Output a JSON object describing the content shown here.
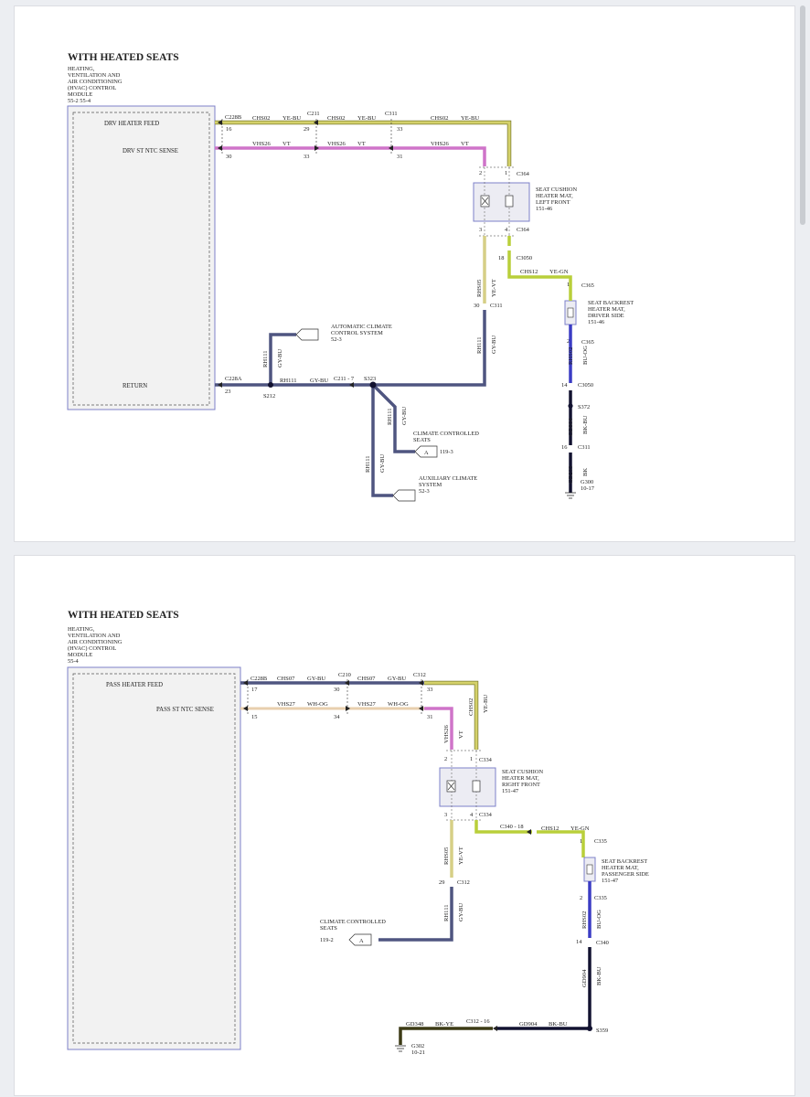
{
  "top": {
    "title": "WITH HEATED SEATS",
    "module": [
      "HEATING,",
      "VENTILATION AND",
      "AIR CONDITIONING",
      "(HVAC) CONTROL",
      "MODULE",
      "55-2   55-4"
    ],
    "pins": {
      "feed": "DRV HEATER FEED",
      "ntc": "DRV ST NTC SENSE",
      "ret": "RETURN"
    },
    "connectors": {
      "c228b": "C228B",
      "c228a": "C228A",
      "c211": "C211",
      "c311": "C311",
      "c211_7": "C211  -  7",
      "c364a": "C364",
      "c364b": "C364",
      "c3050a": "C3050",
      "c311b": "C311",
      "c365a": "C365",
      "c365b": "C365",
      "c3050b": "C3050",
      "c311c": "C311"
    },
    "pin_nums": {
      "p16": "16",
      "p29": "29",
      "p33": "33",
      "p30": "30",
      "p33b": "33",
      "p31": "31",
      "p23": "23",
      "p2": "2",
      "p1": "1",
      "p3": "3",
      "p4": "4",
      "p18": "18",
      "p30b": "30",
      "p1b": "1",
      "p2b": "2",
      "p14": "14",
      "p16b": "16"
    },
    "wires": {
      "chs02": "CHS02",
      "yebu": "YE-BU",
      "vhs26": "VHS26",
      "vt": "VT",
      "rhs05": "RHS05",
      "yevt": "YE-VT",
      "rh111": "RH111",
      "gybu": "GY-BU",
      "chs12": "CHS12",
      "yegn": "YE-GN",
      "rhs02": "RHS02",
      "buog": "BU-OG",
      "gd904": "GD904",
      "bkbu": "BK-BU",
      "gd233": "GD233",
      "bk": "BK"
    },
    "splices": {
      "s212": "S212",
      "s323": "S323",
      "s372": "S372"
    },
    "cushion": [
      "SEAT CUSHION",
      "HEATER MAT,",
      "LEFT FRONT",
      "151-46"
    ],
    "backrest": [
      "SEAT BACKREST",
      "HEATER MAT,",
      "DRIVER SIDE",
      "151-46"
    ],
    "acc": [
      "AUTOMATIC CLIMATE",
      "CONTROL SYSTEM",
      "52-3"
    ],
    "ccs": [
      "CLIMATE CONTROLLED",
      "SEATS",
      "119-3"
    ],
    "aux": [
      "AUXILIARY CLIMATE",
      "SYSTEM",
      "52-3"
    ],
    "flag_a": "A",
    "ground": [
      "G300",
      "10-17"
    ]
  },
  "bottom": {
    "title": "WITH HEATED SEATS",
    "module": [
      "HEATING,",
      "VENTILATION AND",
      "AIR CONDITIONING",
      "(HVAC) CONTROL",
      "MODULE",
      "55-4"
    ],
    "pins": {
      "feed": "PASS HEATER FEED",
      "ntc": "PASS ST NTC SENSE"
    },
    "connectors": {
      "c228b": "C228B",
      "c210": "C210",
      "c312": "C312",
      "c334a": "C334",
      "c334b": "C334",
      "c340_18": "C340  -  18",
      "c335a": "C335",
      "c312b": "C312",
      "c335b": "C335",
      "c340b": "C340",
      "c312_16": "C312  -  16"
    },
    "pin_nums": {
      "p17": "17",
      "p30": "30",
      "p33": "33",
      "p15": "15",
      "p34": "34",
      "p31": "31",
      "p2": "2",
      "p1": "1",
      "p3": "3",
      "p4": "4",
      "p1b": "1",
      "p29": "29",
      "p2b": "2",
      "p14": "14"
    },
    "wires": {
      "chs07": "CHS07",
      "gybu": "GY-BU",
      "vhs27": "VHS27",
      "whog": "WH-OG",
      "vhs26": "VHS26",
      "vt": "VT",
      "chs02": "CHS02",
      "yebu": "YE-BU",
      "chs12": "CHS12",
      "yegn": "YE-GN",
      "rhs05": "RHS05",
      "yevt": "YE-VT",
      "rh111": "RH111",
      "rhs02": "RHS02",
      "buog": "BU-OG",
      "gd904": "GD904",
      "bkbu": "BK-BU",
      "gd348": "GD348",
      "bkye": "BK-YE"
    },
    "splices": {
      "s359": "S359"
    },
    "cushion": [
      "SEAT CUSHION",
      "HEATER MAT,",
      "RIGHT FRONT",
      "151-47"
    ],
    "backrest": [
      "SEAT BACKREST",
      "HEATER MAT,",
      "PASSENGER SIDE",
      "151-47"
    ],
    "ccs": [
      "CLIMATE CONTROLLED",
      "SEATS",
      "119-2"
    ],
    "flag_a": "A",
    "ground": [
      "G302",
      "10-21"
    ]
  },
  "colors": {
    "yebu": "#c8c65a",
    "yegn": "#b9cf3a",
    "vt": "#cf74c9",
    "gybu": "#4f5580",
    "whog": "#e8cfae",
    "yevt": "#d6cf86",
    "buog": "#3b3cc4",
    "dark": "#121230",
    "bkye": "#3d3b16",
    "box": "#7d80c8"
  }
}
